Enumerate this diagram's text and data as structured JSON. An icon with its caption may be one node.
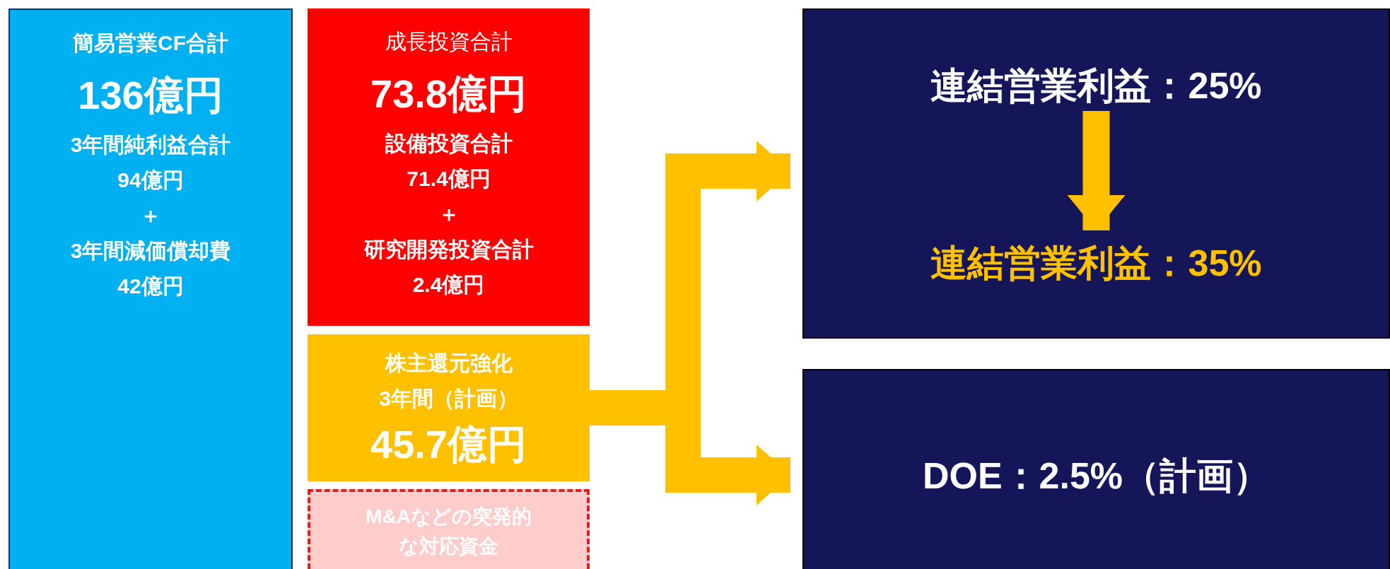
{
  "diagram": {
    "nodes": [
      {
        "text": [
          "簡易営業CF合計",
          "136億円",
          "3年間純利益合計",
          "94億円",
          "＋",
          "3年間減価償却費",
          "42億円"
        ]
      },
      {
        "text": [
          "成長投資合計",
          "73.8億円",
          "設備投資合計",
          "71.4億円",
          "＋",
          "研究開発投資合計",
          "2.4億円"
        ]
      },
      {
        "text": [
          "株主還元強化",
          "3年間（計画）",
          "45.7億円"
        ]
      },
      {
        "text": [
          "M&Aなどの突発的な対応資金"
        ]
      },
      {
        "text": [],
        "shape": "box"
      },
      {
        "text": [
          "連結営業利益：25%"
        ],
        "in": 4
      },
      {
        "text": [
          "連結営業利益：35%"
        ],
        "in": 4
      },
      {
        "text": [
          "DOE：2.5%（計画）"
        ]
      }
    ],
    "edges": [
      {
        "from": 2,
        "to": 4,
        "arrow": "to"
      },
      {
        "from": 2,
        "to": 7,
        "arrow": "to"
      },
      {
        "from": 5,
        "to": 6,
        "arrow": "to"
      }
    ]
  }
}
